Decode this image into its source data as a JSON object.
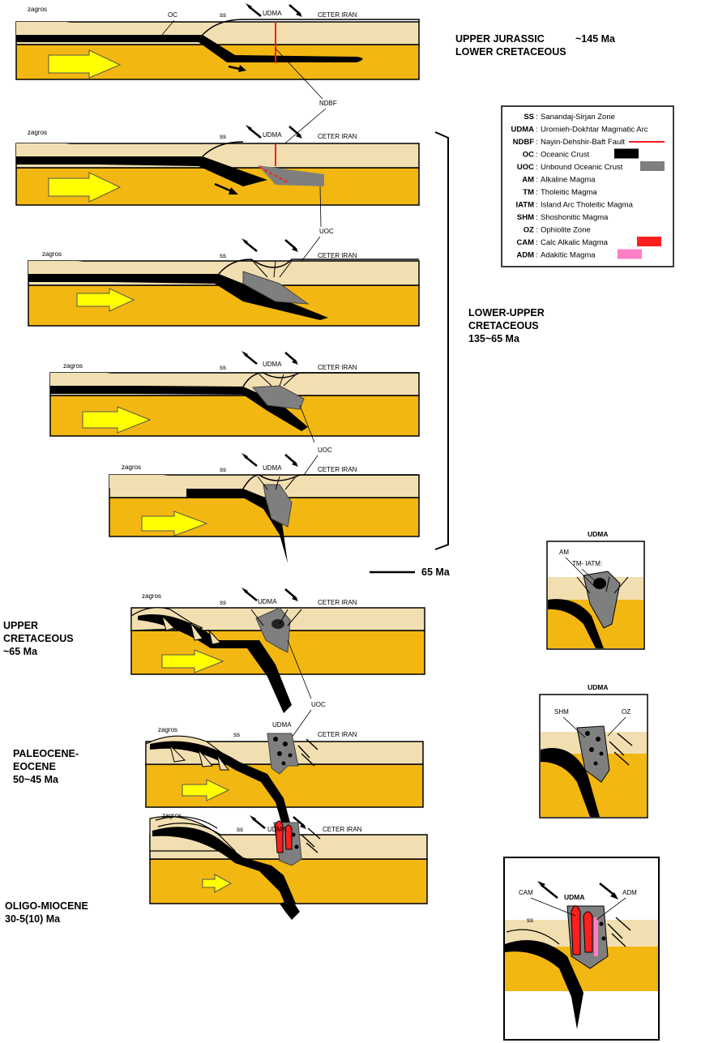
{
  "colors": {
    "mantle": "#f3b711",
    "crust": "#f2dfb1",
    "oceanic_crust": "#000000",
    "unbound_oceanic_crust": "#7f7f7f",
    "calc_alkalic": "#ff1f1f",
    "adakitic": "#ff7fc7",
    "arrow": "#ffff00",
    "fault": "#ff1a1a"
  },
  "labels": {
    "zagros": "zagros",
    "ss": "ss",
    "udma": "UDMA",
    "ceter_iran": "CETER IRAN",
    "oc": "OC",
    "ndbf": "NDBF",
    "uoc": "UOC",
    "am": "AM",
    "tm_iatm": "TM- IATM:",
    "shm": "SHM",
    "oz": "OZ",
    "cam": "CAM",
    "adm": "ADM"
  },
  "eras": {
    "e1_l1": "UPPER JURASSIC",
    "e1_l2": "LOWER CRETACEOUS",
    "e1_age": "~145 Ma",
    "e2_l1": "LOWER-UPPER",
    "e2_l2": "CRETACEOUS",
    "e2_l3": "135~65 Ma",
    "marker_65": "65 Ma",
    "e3_l1": "UPPER",
    "e3_l2": "CRETACEOUS",
    "e3_l3": "~65 Ma",
    "e4_l1": "PALEOCENE-",
    "e4_l2": "EOCENE",
    "e4_l3": "50~45 Ma",
    "e5_l1": "OLIGO-MIOCENE",
    "e5_l2": "30-5(10) Ma"
  },
  "legend": {
    "items": [
      {
        "abbr": "SS",
        "text": "Sanandaj-Sirjan Zone",
        "swatch": ""
      },
      {
        "abbr": "UDMA",
        "text": "Uromieh-Dokhtar Magmatic Arc",
        "swatch": ""
      },
      {
        "abbr": "NDBF",
        "text": "Nayin-Dehshir-Baft Fault",
        "swatch": "line"
      },
      {
        "abbr": "OC",
        "text": "Oceanic Crust",
        "swatch": "oc"
      },
      {
        "abbr": "UOC",
        "text": "Unbound Oceanic Crust",
        "swatch": "uoc"
      },
      {
        "abbr": "AM",
        "text": "Alkaline Magma",
        "swatch": ""
      },
      {
        "abbr": "TM",
        "text": "Tholeitic Magma",
        "swatch": ""
      },
      {
        "abbr": "IATM",
        "text": "Island Arc Tholeitic Magma",
        "swatch": ""
      },
      {
        "abbr": "SHM",
        "text": "Shoshonitic Magma",
        "swatch": ""
      },
      {
        "abbr": "OZ",
        "text": "Ophiolite Zone",
        "swatch": ""
      },
      {
        "abbr": "CAM",
        "text": "Calc Alkalic Magma",
        "swatch": "cam"
      },
      {
        "abbr": "ADM",
        "text": "Adakitic Magma",
        "swatch": "adm"
      }
    ]
  }
}
